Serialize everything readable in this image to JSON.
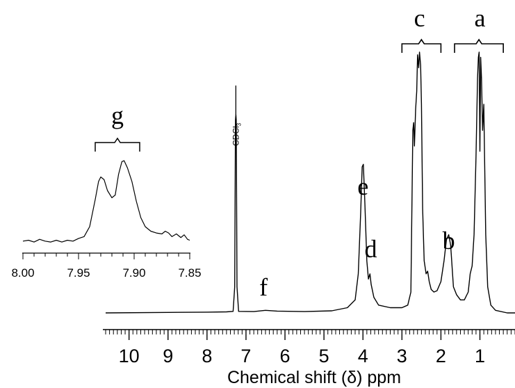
{
  "chart_data": {
    "type": "line",
    "xlabel": "Chemical shift (δ) ppm",
    "x_reversed": true,
    "xlim": [
      10.6,
      0.1
    ],
    "x_ticks": [
      "10",
      "9",
      "8",
      "7",
      "6",
      "5",
      "4",
      "3",
      "2",
      "1"
    ],
    "y_axis_shown": false,
    "grid": false,
    "solvent_label": {
      "main": "CDCl",
      "sub": "3",
      "x": 7.26
    },
    "peaks": [
      {
        "label": "a",
        "x": 1.0
      },
      {
        "label": "b",
        "x": 1.8
      },
      {
        "label": "c",
        "x": 2.55
      },
      {
        "label": "d",
        "x": 3.8
      },
      {
        "label": "e",
        "x": 4.0
      },
      {
        "label": "f",
        "x": 6.55
      }
    ],
    "brackets": [
      {
        "label": "c",
        "from": 3.0,
        "to": 2.0
      },
      {
        "label": "a",
        "from": 1.65,
        "to": 0.4
      }
    ],
    "series": [
      {
        "points": [
          [
            10.6,
            0.0
          ],
          [
            9.0,
            0.002
          ],
          [
            8.0,
            0.003
          ],
          [
            7.5,
            0.004
          ],
          [
            7.33,
            0.006
          ],
          [
            7.29,
            0.1
          ],
          [
            7.27,
            0.74
          ],
          [
            7.26,
            0.76
          ],
          [
            7.25,
            0.74
          ],
          [
            7.23,
            0.1
          ],
          [
            7.19,
            0.006
          ],
          [
            6.8,
            0.005
          ],
          [
            6.5,
            0.01
          ],
          [
            6.2,
            0.007
          ],
          [
            5.5,
            0.005
          ],
          [
            4.8,
            0.008
          ],
          [
            4.4,
            0.02
          ],
          [
            4.2,
            0.05
          ],
          [
            4.12,
            0.15
          ],
          [
            4.06,
            0.38
          ],
          [
            4.02,
            0.56
          ],
          [
            3.99,
            0.57
          ],
          [
            3.95,
            0.42
          ],
          [
            3.9,
            0.2
          ],
          [
            3.86,
            0.13
          ],
          [
            3.82,
            0.15
          ],
          [
            3.79,
            0.11
          ],
          [
            3.72,
            0.06
          ],
          [
            3.6,
            0.03
          ],
          [
            3.3,
            0.02
          ],
          [
            3.0,
            0.02
          ],
          [
            2.85,
            0.03
          ],
          [
            2.77,
            0.08
          ],
          [
            2.72,
            0.7
          ],
          [
            2.7,
            0.73
          ],
          [
            2.68,
            0.64
          ],
          [
            2.65,
            0.78
          ],
          [
            2.62,
            0.85
          ],
          [
            2.6,
            0.99
          ],
          [
            2.57,
            0.94
          ],
          [
            2.55,
            1.0
          ],
          [
            2.52,
            0.95
          ],
          [
            2.5,
            0.8
          ],
          [
            2.47,
            0.4
          ],
          [
            2.43,
            0.2
          ],
          [
            2.38,
            0.15
          ],
          [
            2.34,
            0.16
          ],
          [
            2.3,
            0.12
          ],
          [
            2.25,
            0.09
          ],
          [
            2.18,
            0.08
          ],
          [
            2.1,
            0.085
          ],
          [
            2.0,
            0.12
          ],
          [
            1.92,
            0.2
          ],
          [
            1.86,
            0.28
          ],
          [
            1.8,
            0.3
          ],
          [
            1.75,
            0.26
          ],
          [
            1.68,
            0.1
          ],
          [
            1.6,
            0.07
          ],
          [
            1.5,
            0.05
          ],
          [
            1.4,
            0.05
          ],
          [
            1.3,
            0.08
          ],
          [
            1.25,
            0.15
          ],
          [
            1.2,
            0.18
          ],
          [
            1.15,
            0.3
          ],
          [
            1.1,
            0.6
          ],
          [
            1.06,
            0.9
          ],
          [
            1.04,
            0.98
          ],
          [
            1.02,
            1.0
          ],
          [
            1.0,
            0.62
          ],
          [
            0.98,
            0.98
          ],
          [
            0.96,
            0.9
          ],
          [
            0.93,
            0.7
          ],
          [
            0.9,
            0.8
          ],
          [
            0.88,
            0.6
          ],
          [
            0.85,
            0.3
          ],
          [
            0.8,
            0.1
          ],
          [
            0.72,
            0.03
          ],
          [
            0.6,
            0.01
          ],
          [
            0.3,
            0.0
          ],
          [
            0.1,
            0.0
          ]
        ]
      }
    ],
    "inset": {
      "xlim": [
        8.0,
        7.85
      ],
      "x_ticks": [
        "8.00",
        "7.95",
        "7.90",
        "7.85"
      ],
      "bracket_label": "g",
      "bracket": {
        "from": 7.935,
        "to": 7.895
      },
      "series": [
        {
          "points": [
            [
              8.0,
              0.04
            ],
            [
              7.995,
              0.05
            ],
            [
              7.99,
              0.03
            ],
            [
              7.985,
              0.06
            ],
            [
              7.98,
              0.04
            ],
            [
              7.975,
              0.03
            ],
            [
              7.97,
              0.05
            ],
            [
              7.965,
              0.03
            ],
            [
              7.96,
              0.05
            ],
            [
              7.955,
              0.04
            ],
            [
              7.95,
              0.07
            ],
            [
              7.945,
              0.09
            ],
            [
              7.94,
              0.2
            ],
            [
              7.935,
              0.5
            ],
            [
              7.932,
              0.7
            ],
            [
              7.93,
              0.75
            ],
            [
              7.927,
              0.72
            ],
            [
              7.924,
              0.6
            ],
            [
              7.92,
              0.52
            ],
            [
              7.917,
              0.55
            ],
            [
              7.914,
              0.78
            ],
            [
              7.911,
              0.92
            ],
            [
              7.909,
              0.93
            ],
            [
              7.906,
              0.85
            ],
            [
              7.902,
              0.7
            ],
            [
              7.898,
              0.48
            ],
            [
              7.894,
              0.3
            ],
            [
              7.89,
              0.2
            ],
            [
              7.885,
              0.15
            ],
            [
              7.88,
              0.13
            ],
            [
              7.875,
              0.12
            ],
            [
              7.872,
              0.15
            ],
            [
              7.869,
              0.13
            ],
            [
              7.866,
              0.09
            ],
            [
              7.862,
              0.12
            ],
            [
              7.858,
              0.08
            ],
            [
              7.855,
              0.11
            ],
            [
              7.852,
              0.06
            ],
            [
              7.85,
              0.05
            ]
          ]
        }
      ]
    }
  }
}
